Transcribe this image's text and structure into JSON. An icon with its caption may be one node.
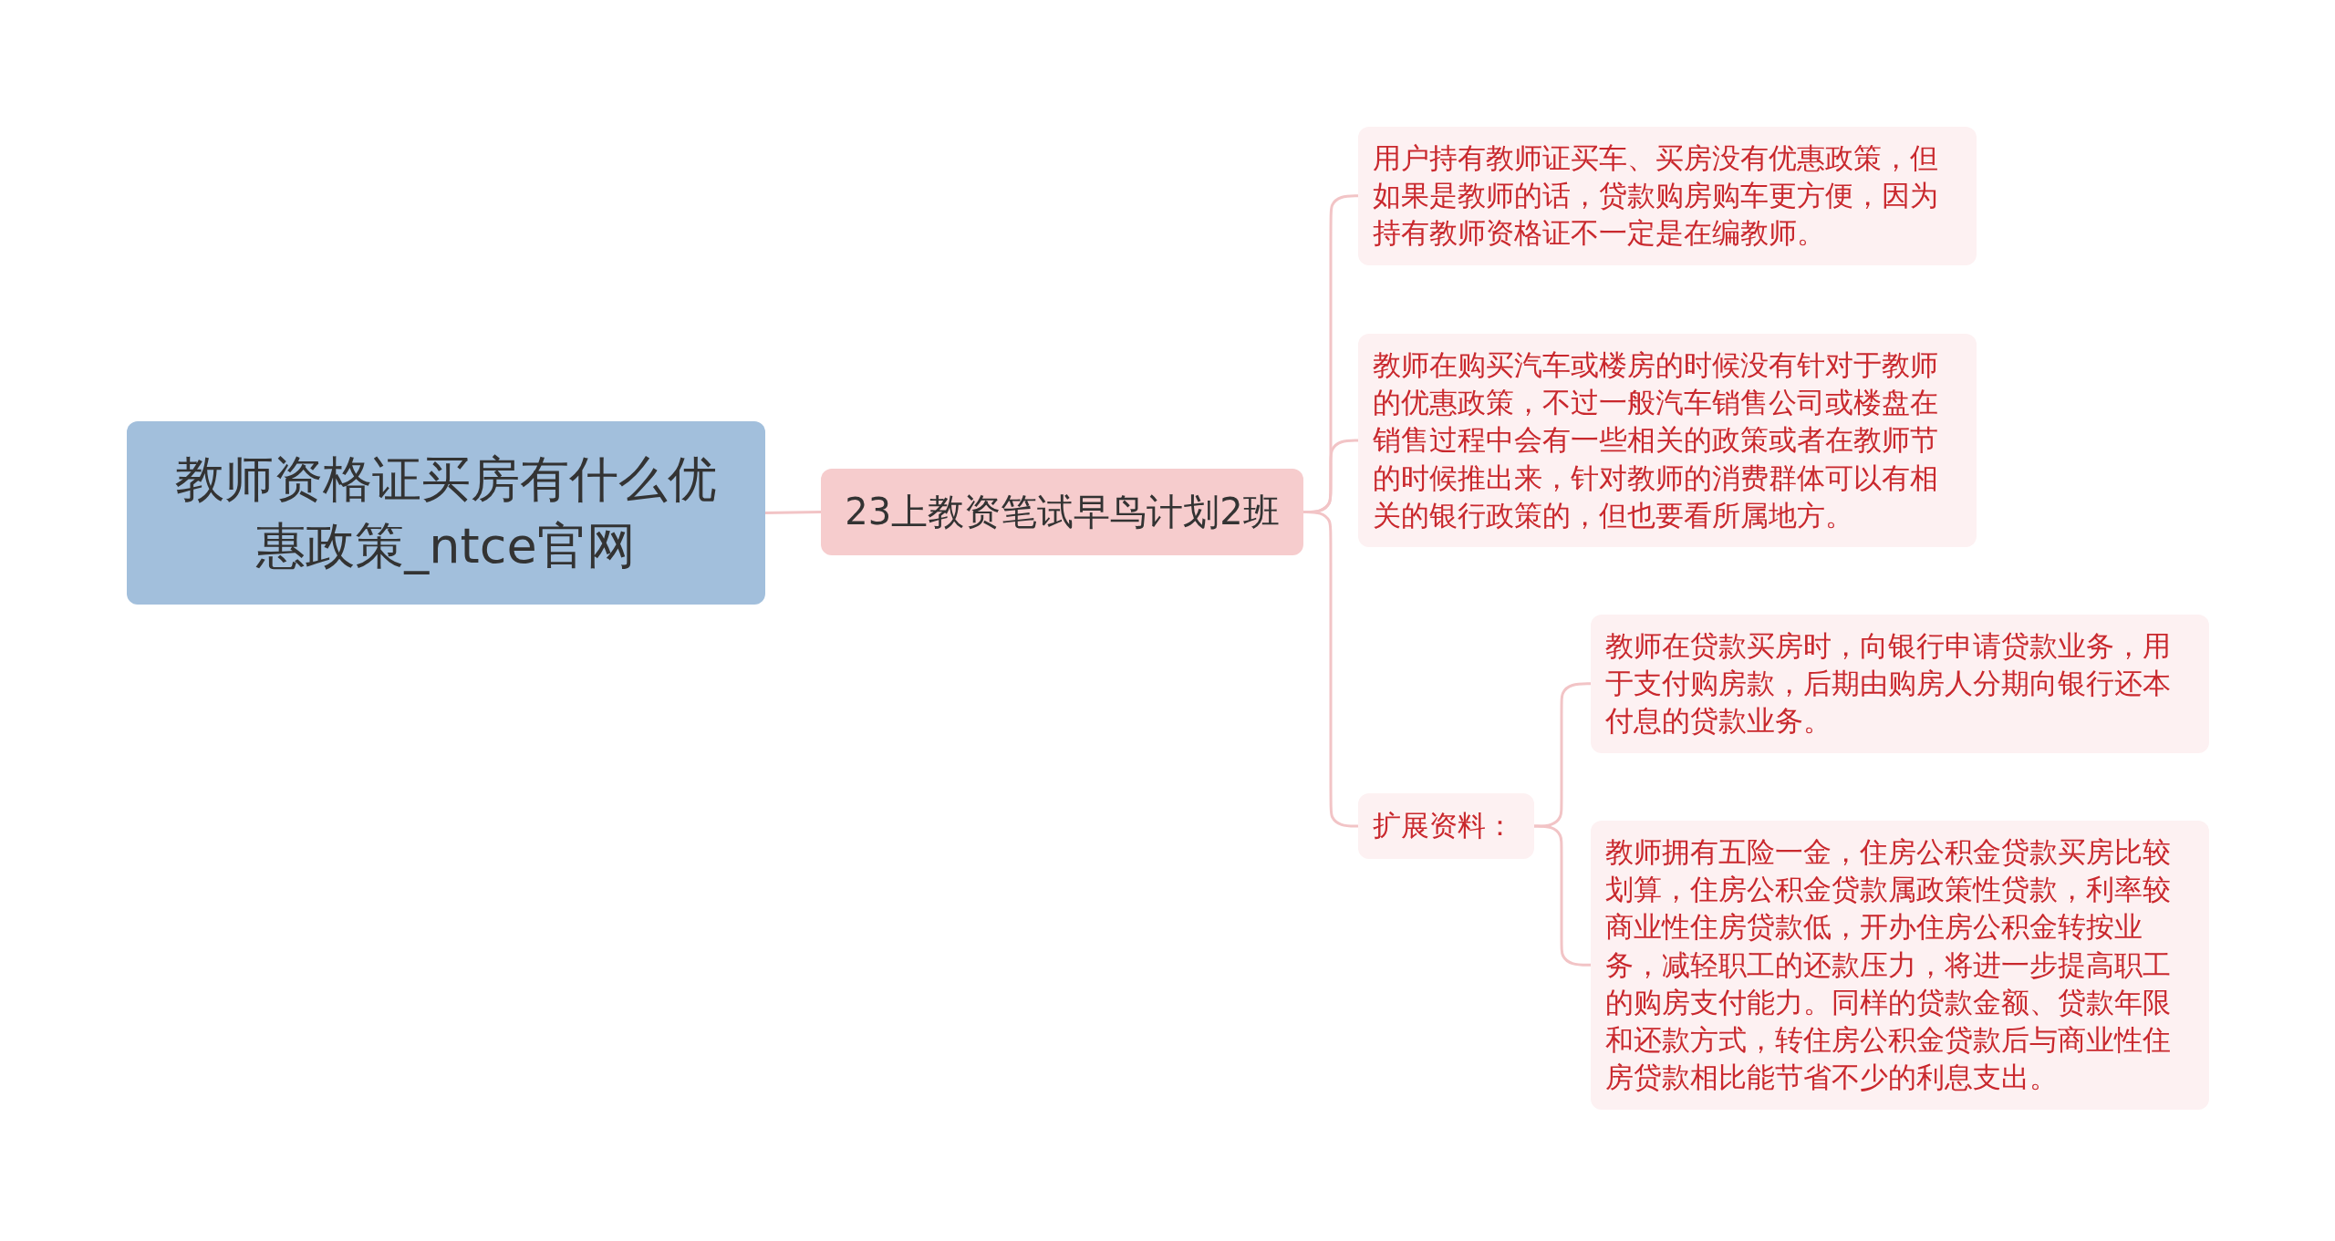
{
  "diagram": {
    "nodes": [
      {
        "text": [
          "教师资格证买房有什么优惠政策_ntce官网"
        ]
      },
      {
        "text": [
          "23上教资笔试早鸟计划2班"
        ]
      },
      {
        "text": [
          "用户持有教师证买车、买房没有优惠政策，但如果是教师的话，贷款购房购车更方便，因为持有教师资格证不一定是在编教师。"
        ]
      },
      {
        "text": [
          "教师在购买汽车或楼房的时候没有针对于教师的优惠政策，不过一般汽车销售公司或楼盘在销售过程中会有一些相关的政策或者在教师节的时候推出来，针对教师的消费群体可以有相关的银行政策的，但也要看所属地方。"
        ]
      },
      {
        "text": [
          "扩展资料："
        ]
      },
      {
        "text": [
          "教师在贷款买房时，向银行申请贷款业务，用于支付购房款，后期由购房人分期向银行还本付息的贷款业务。"
        ]
      },
      {
        "text": [
          "教师拥有五险一金，住房公积金贷款买房比较划算，住房公积金贷款属政策性贷款，利率较商业性住房贷款低，开办住房公积金转按业务，减轻职工的还款压力，将进一步提高职工的购房支付能力。同样的贷款金额、贷款年限和还款方式，转住房公积金贷款后与商业性住房贷款相比能节省不少的利息支出。"
        ]
      }
    ],
    "edges": [
      {
        "from": 0,
        "to": 1,
        "arrow": "none"
      },
      {
        "from": 1,
        "to": 2,
        "arrow": "none"
      },
      {
        "from": 1,
        "to": 3,
        "arrow": "none"
      },
      {
        "from": 1,
        "to": 4,
        "arrow": "none"
      },
      {
        "from": 4,
        "to": 5,
        "arrow": "none"
      },
      {
        "from": 4,
        "to": 6,
        "arrow": "none"
      }
    ]
  }
}
